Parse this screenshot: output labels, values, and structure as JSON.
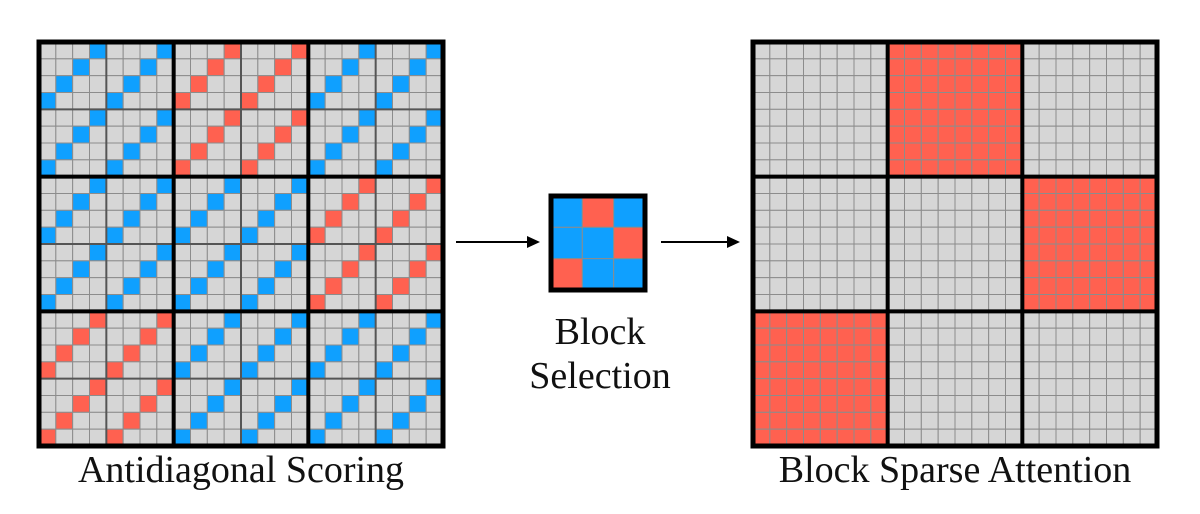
{
  "colors": {
    "selected": "#FF6150",
    "scored": "#0FA0FF",
    "empty": "#D6D6D6",
    "grid_line": "#8C8C8C",
    "subblock_line": "#555555",
    "block_line": "#000000"
  },
  "block_grid_size": 3,
  "selected_blocks": [
    [
      0,
      1
    ],
    [
      1,
      2
    ],
    [
      2,
      0
    ]
  ],
  "left_panel": {
    "caption": "Antidiagonal Scoring",
    "subblocks_per_block": 2,
    "cells_per_subblock": 4,
    "pattern": "antidiagonal"
  },
  "middle_panel": {
    "caption_line1": "Block",
    "caption_line2": "Selection"
  },
  "right_panel": {
    "caption": "Block Sparse Attention",
    "cells_per_block": 8
  },
  "arrows": [
    {
      "from": "left_panel",
      "to": "middle_panel"
    },
    {
      "from": "middle_panel",
      "to": "right_panel"
    }
  ]
}
